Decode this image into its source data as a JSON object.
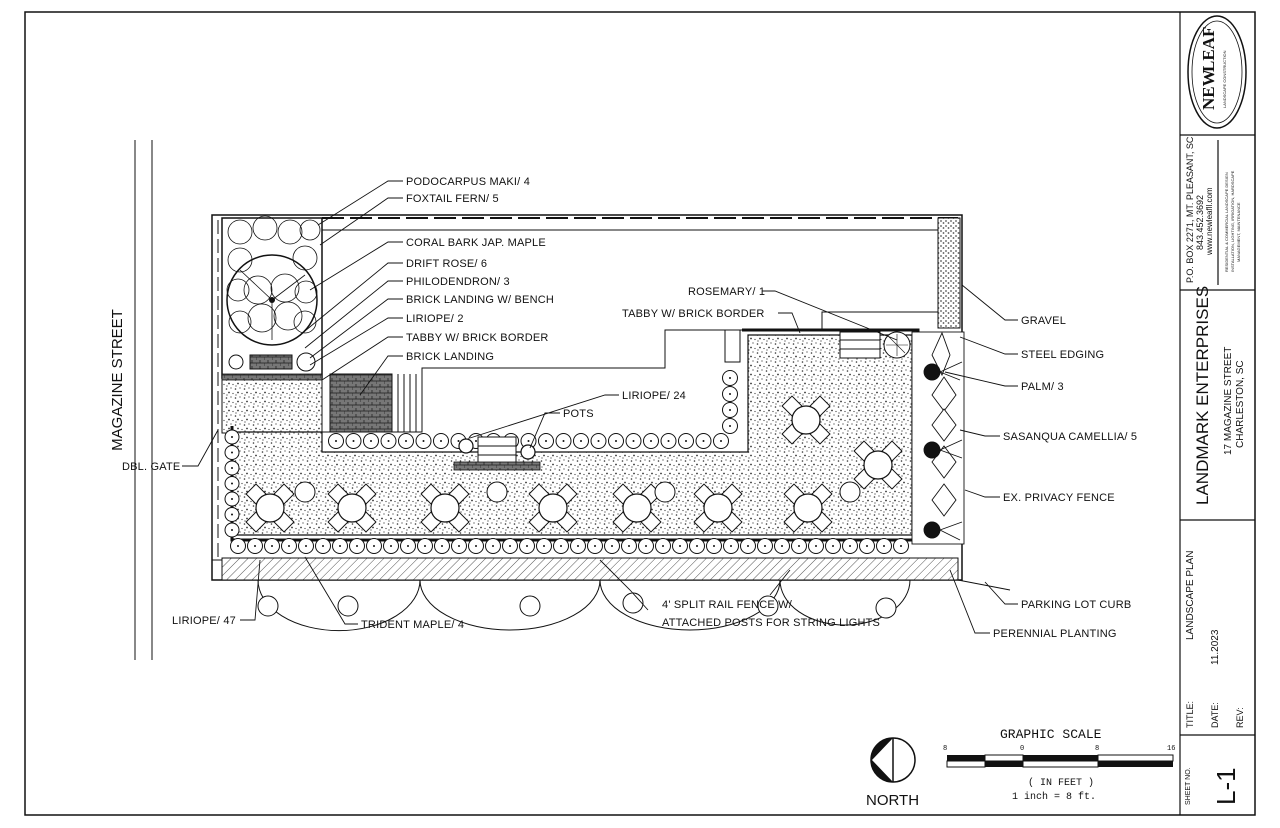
{
  "street": "MAGAZINE STREET",
  "labels": {
    "podocarpus": "PODOCARPUS MAKI/ 4",
    "foxtail": "FOXTAIL FERN/ 5",
    "coral_maple": "CORAL BARK JAP. MAPLE",
    "drift_rose": "DRIFT ROSE/ 6",
    "philodendron": "PHILODENDRON/ 3",
    "brick_bench": "BRICK LANDING W/ BENCH",
    "liriope_2": "LIRIOPE/ 2",
    "tabby_left": "TABBY W/ BRICK BORDER",
    "brick_landing": "BRICK LANDING",
    "liriope_24": "LIRIOPE/ 24",
    "pots": "POTS",
    "rosemary": "ROSEMARY/ 1",
    "tabby_right": "TABBY W/ BRICK BORDER",
    "gravel": "GRAVEL",
    "steel_edging": "STEEL EDGING",
    "palm": "PALM/ 3",
    "camellia": "SASANQUA CAMELLIA/ 5",
    "privacy_fence": "EX. PRIVACY FENCE",
    "parking_curb": "PARKING LOT CURB",
    "perennial": "PERENNIAL PLANTING",
    "dbl_gate": "DBL. GATE",
    "liriope_47": "LIRIOPE/ 47",
    "trident_maple": "TRIDENT MAPLE/ 4",
    "split_rail_1": "4' SPLIT RAIL FENCE W/",
    "split_rail_2": "ATTACHED POSTS FOR STRING LIGHTS"
  },
  "scale": {
    "title": "GRAPHIC SCALE",
    "ticks": [
      "8",
      "0",
      "8",
      "16"
    ],
    "unit": "( IN FEET )",
    "ratio": "1 inch = 8 ft."
  },
  "north": "NORTH",
  "title_block": {
    "logo_line1": "NEW",
    "logo_line2": "LEAF",
    "logo_sub": "LANDSCAPE CONSTRUCTION",
    "address_1": "P.O. BOX 2271, MT. PLEASANT, SC",
    "address_2": "843.452.3692",
    "address_3": "www.newleafll.com",
    "services_1": "RESIDENTIAL & COMMERCIAL LANDSCAPE DESIGN",
    "services_2": "INSTALLATION, LIGHTING, IRRIGATION, HARDSCAPE",
    "services_3": "MANAGEMENT, MAINTENANCE",
    "client": "LANDMARK ENTERPRISES",
    "site_1": "17 MAGAZINE STREET",
    "site_2": "CHARLESTON, SC",
    "title_label": "TITLE:",
    "title_value": "LANDSCAPE PLAN",
    "date_label": "DATE:",
    "date_value": "11.2023",
    "rev_label": "REV:",
    "sheet_label": "SHEET NO.",
    "sheet_value": "L-1"
  }
}
